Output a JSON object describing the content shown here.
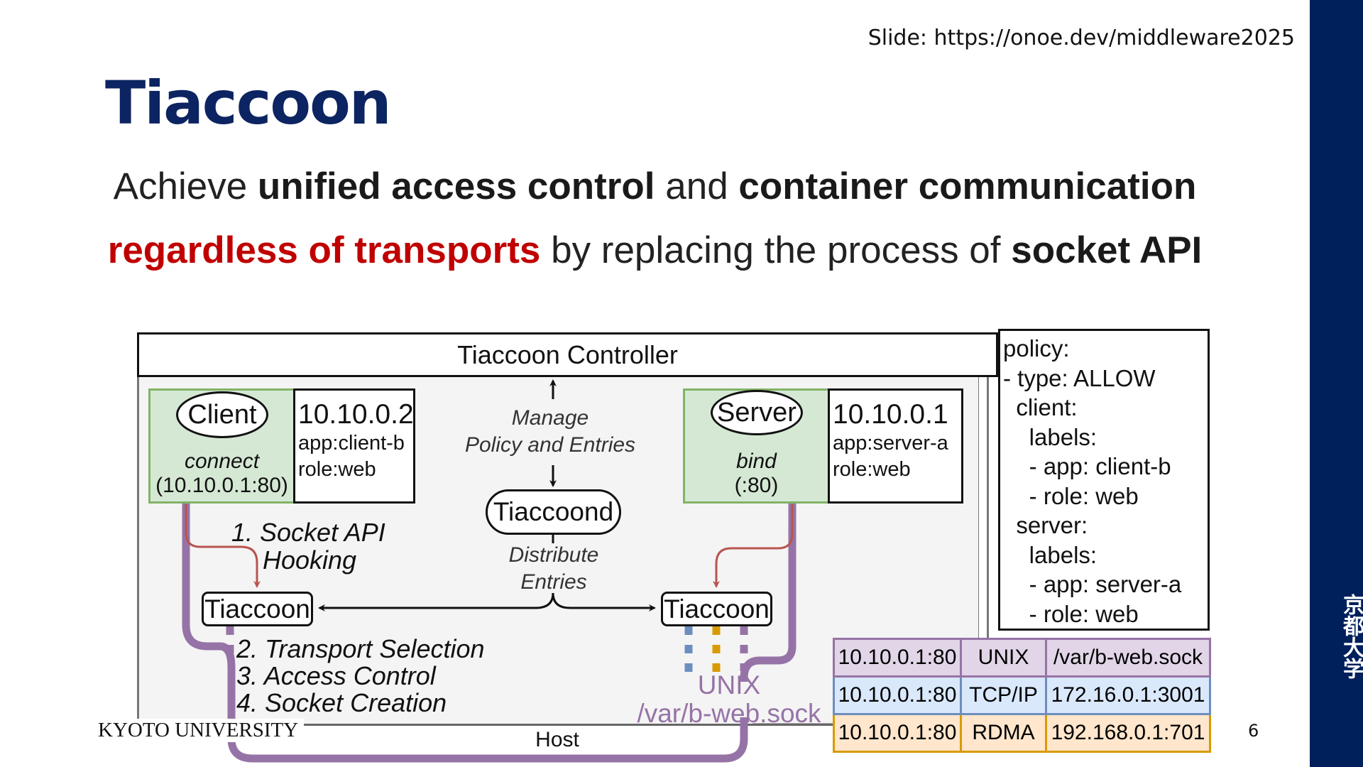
{
  "header": {
    "slide_url": "Slide: https://onoe.dev/middleware2025",
    "title": "Tiaccoon"
  },
  "subtitle": {
    "line1": [
      {
        "text": "Achieve ",
        "style": "normal"
      },
      {
        "text": "unified access control",
        "style": "bold"
      },
      {
        "text": " and ",
        "style": "normal"
      },
      {
        "text": "container communication",
        "style": "bold"
      }
    ],
    "line2": [
      {
        "text": "regardless of transports",
        "style": "red"
      },
      {
        "text": " by replacing the process of ",
        "style": "normal"
      },
      {
        "text": "socket API",
        "style": "bold"
      }
    ]
  },
  "diagram": {
    "controller": "Tiaccoon Controller",
    "manage_label": [
      "Manage",
      "Policy and Entries"
    ],
    "tiaccoond": "Tiaccoond",
    "distribute_label": [
      "Distribute",
      "Entries"
    ],
    "client": {
      "name": "Client",
      "action": "connect",
      "target": "(10.10.0.1:80)",
      "ip": "10.10.0.2",
      "labels": [
        "app:client-b",
        "role:web"
      ]
    },
    "server": {
      "name": "Server",
      "action": "bind",
      "target": "(:80)",
      "ip": "10.10.0.1",
      "labels": [
        "app:server-a",
        "role:web"
      ]
    },
    "tiaccoon_left": "Tiaccoon",
    "tiaccoon_right": "Tiaccoon",
    "step1": [
      "1. Socket API",
      "Hooking"
    ],
    "steps": [
      "2. Transport Selection",
      "3. Access Control",
      "4. Socket Creation"
    ],
    "unix_label": [
      "UNIX",
      "/var/b-web.sock"
    ],
    "host": "Host",
    "policy_lines": [
      "policy:",
      "- type: ALLOW",
      "  client:",
      "    labels:",
      "    - app: client-b",
      "    - role: web",
      "  server:",
      "    labels:",
      "    - app: server-a",
      "    - role: web"
    ],
    "entries_table": [
      [
        "10.10.0.1:80",
        "UNIX",
        "/var/b-web.sock"
      ],
      [
        "10.10.0.1:80",
        "TCP/IP",
        "172.16.0.1:3001"
      ],
      [
        "10.10.0.1:80",
        "RDMA",
        "192.168.0.1:701"
      ]
    ],
    "colors": {
      "unix": "#9673a6",
      "tcp": "#6c8ebf",
      "rdma": "#d79b00",
      "hook_arrow": "#b85450",
      "container_fill": "#d5e8d4"
    }
  },
  "footer": {
    "university": "KYOTO UNIVERSITY",
    "page_number": "6",
    "kanji": "京都大学"
  }
}
